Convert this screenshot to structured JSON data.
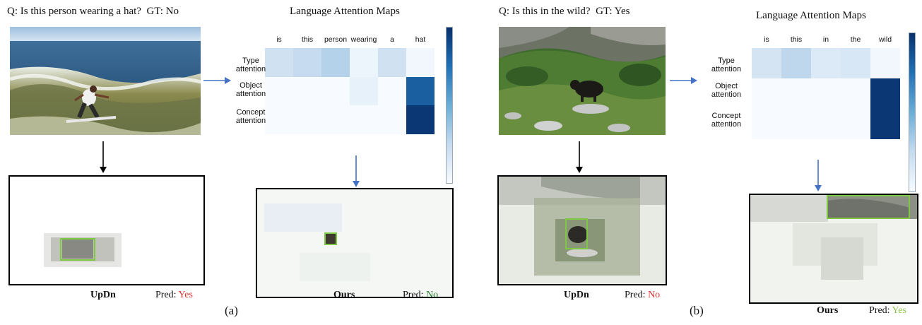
{
  "panels": [
    {
      "question": "Q: Is this person wearing a hat?",
      "gt": "GT: No",
      "map_title": "Language Attention Maps",
      "words": [
        "is",
        "this",
        "person",
        "wearing",
        "a",
        "hat"
      ],
      "rows": [
        "Type attention",
        "Object attention",
        "Concept attention"
      ],
      "attention": [
        [
          0.2,
          0.25,
          0.3,
          0.05,
          0.2,
          0.03
        ],
        [
          0.0,
          0.0,
          0.0,
          0.08,
          0.0,
          0.82
        ],
        [
          0.0,
          0.0,
          0.0,
          0.0,
          0.0,
          0.97
        ]
      ],
      "left_method": "UpDn",
      "left_pred_label": "Pred:",
      "left_pred_value": "Yes",
      "right_method": "Ours",
      "right_pred_label": "Pred:",
      "right_pred_value": "No",
      "label": "(a)"
    },
    {
      "question": "Q: Is this in the wild?",
      "gt": "GT: Yes",
      "map_title": "Language Attention Maps",
      "words": [
        "is",
        "this",
        "in",
        "the",
        "wild"
      ],
      "rows": [
        "Type attention",
        "Object attention",
        "Concept attention"
      ],
      "attention": [
        [
          0.18,
          0.27,
          0.14,
          0.16,
          0.03
        ],
        [
          0.0,
          0.0,
          0.0,
          0.0,
          0.97
        ],
        [
          0.0,
          0.0,
          0.0,
          0.0,
          0.97
        ]
      ],
      "left_method": "UpDn",
      "left_pred_label": "Pred:",
      "left_pred_value": "No",
      "right_method": "Ours",
      "right_pred_label": "Pred:",
      "right_pred_value": "Yes",
      "label": "(b)"
    }
  ],
  "colors": {
    "arrow_blue": "#4472c4",
    "bbox_green": "#7ec843",
    "pred_wrong": "#e03030",
    "pred_right_a": "#2e7d32",
    "pred_right_b": "#8bc34a",
    "heat_low": "#f7fbff",
    "heat_high": "#08306b"
  }
}
